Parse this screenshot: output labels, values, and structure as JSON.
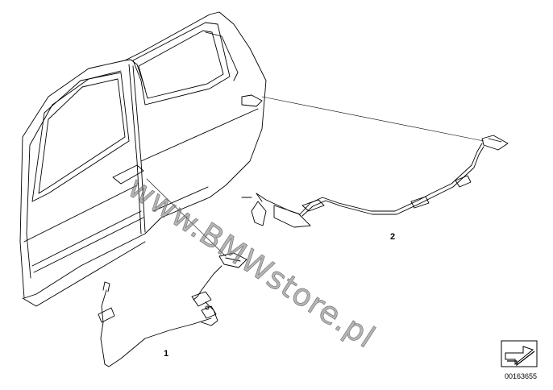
{
  "diagram": {
    "parts": [
      {
        "number": "1"
      },
      {
        "number": "2"
      }
    ],
    "watermark": "www.BMWstore.pl",
    "diagram_id": "00163655"
  },
  "colors": {
    "line": "#000000",
    "background": "#ffffff",
    "watermark": "#808080"
  },
  "icons": {
    "id_icon": "arrow-box-icon"
  }
}
